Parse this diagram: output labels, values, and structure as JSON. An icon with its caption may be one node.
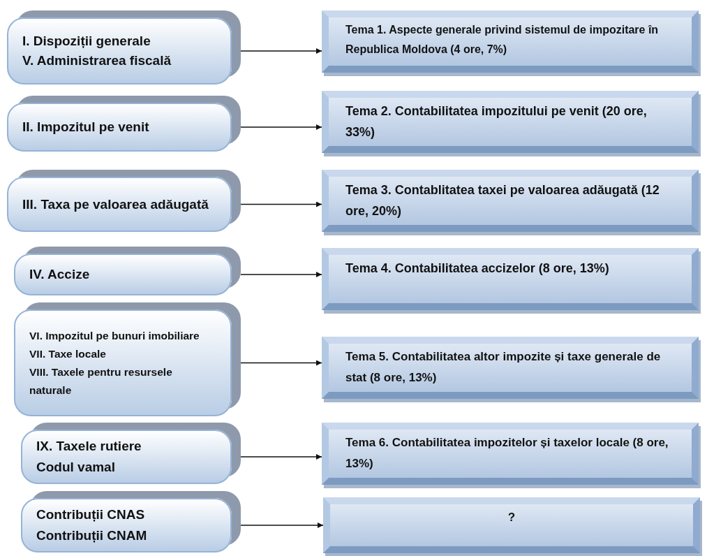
{
  "diagram": {
    "nodes": [
      {
        "text": [
          "I. Dispoziții generale",
          "V. Administrarea fiscală"
        ]
      },
      {
        "text": [
          "II. Impozitul pe venit"
        ]
      },
      {
        "text": [
          "III. Taxa pe valoarea adăugată"
        ]
      },
      {
        "text": [
          "IV. Accize"
        ]
      },
      {
        "text": [
          "VI. Impozitul pe bunuri imobiliare",
          "VII. Taxe locale",
          "VIII. Taxele pentru resursele naturale"
        ]
      },
      {
        "text": [
          "IX. Taxele rutiere",
          "Codul vamal"
        ]
      },
      {
        "text": [
          "Contribuții CNAS",
          "Contribuții CNAM"
        ]
      },
      {
        "text": [
          "Tema 1. Aspecte generale privind sistemul de impozitare în Republica Moldova (4 ore, 7%)"
        ]
      },
      {
        "text": [
          "Tema 2. Contabilitatea impozitului pe venit (20 ore, 33%)"
        ]
      },
      {
        "text": [
          "Tema 3. Contablitatea taxei pe valoarea adăugată (12 ore, 20%)"
        ]
      },
      {
        "text": [
          "Tema 4. Contabilitatea accizelor (8 ore, 13%)"
        ]
      },
      {
        "text": [
          "Tema 5. Contabilitatea altor impozite și taxe generale de stat (8 ore, 13%)"
        ]
      },
      {
        "text": [
          "Tema 6. Contabilitatea impozitelor și taxelor locale (8 ore, 13%)"
        ]
      },
      {
        "text": [
          "?"
        ]
      }
    ],
    "edges": [
      {
        "from": 0,
        "to": 7,
        "arrow": "to"
      },
      {
        "from": 1,
        "to": 8,
        "arrow": "to"
      },
      {
        "from": 2,
        "to": 9,
        "arrow": "to"
      },
      {
        "from": 3,
        "to": 10,
        "arrow": "to"
      },
      {
        "from": 4,
        "to": 11,
        "arrow": "to"
      },
      {
        "from": 5,
        "to": 12,
        "arrow": "to"
      },
      {
        "from": 6,
        "to": 13,
        "arrow": "to"
      }
    ]
  }
}
